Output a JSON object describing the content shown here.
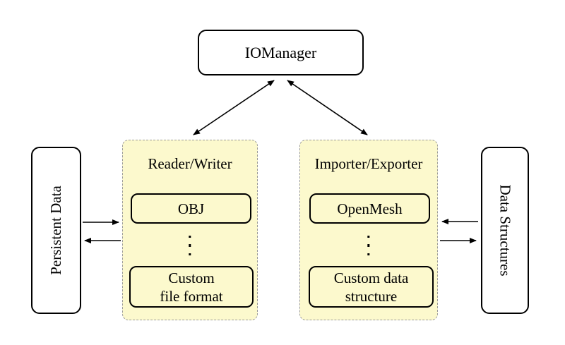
{
  "diagram": {
    "io_manager_label": "IOManager",
    "persistent_data_label": "Persistent Data",
    "data_structures_label": "Data Structures",
    "reader_writer": {
      "title": "Reader/Writer",
      "top_item": "OBJ",
      "bottom_item": "Custom\nfile format",
      "ellipsis_icon": "vertical-dots"
    },
    "importer_exporter": {
      "title": "Importer/Exporter",
      "top_item": "OpenMesh",
      "bottom_item": "Custom data\nstructure",
      "ellipsis_icon": "vertical-dots"
    },
    "colors": {
      "container_fill": "#fcf9cd",
      "container_border": "#9a9a9a",
      "node_border": "#000000",
      "canvas_background": "#ffffff"
    }
  }
}
